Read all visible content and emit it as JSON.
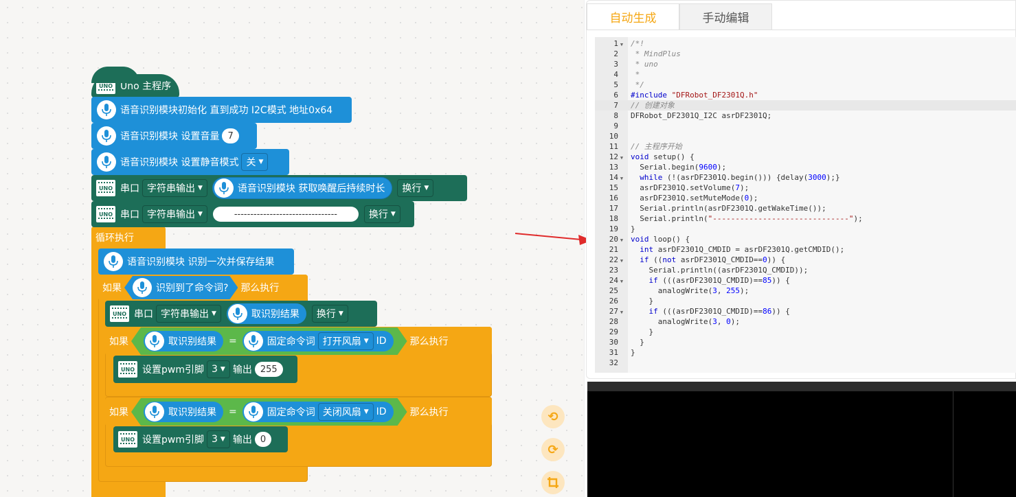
{
  "tabs": [
    {
      "label": "自动生成",
      "active": true
    },
    {
      "label": "手动编辑",
      "active": false
    }
  ],
  "blocks": {
    "hat": "Uno 主程序",
    "init": "语音识别模块初始化 直到成功 I2C模式 地址0x64",
    "volume_label": "语音识别模块 设置音量",
    "volume_value": "7",
    "mute_label": "语音识别模块 设置静音模式",
    "mute_value": "关",
    "serial1_label": "串口",
    "serial1_mode": "字符串输出",
    "serial1_reporter": "语音识别模块 获取唤醒后持续时长",
    "serial1_newline": "换行",
    "serial2_label": "串口",
    "serial2_mode": "字符串输出",
    "serial2_text": "--------------------------------",
    "serial2_newline": "换行",
    "loop": "循环执行",
    "recognize": "语音识别模块 识别一次并保存结果",
    "if1_if": "如果",
    "if1_cond": "识别到了命令词?",
    "if1_then": "那么执行",
    "serial3_label": "串口",
    "serial3_mode": "字符串输出",
    "serial3_reporter": "取识别结果",
    "serial3_newline": "换行",
    "if2_if": "如果",
    "if2_left": "取识别结果",
    "if2_eq": "=",
    "if2_fixed": "固定命令词",
    "if2_cmd": "打开风扇",
    "if2_id": "ID",
    "if2_then": "那么执行",
    "pwm1_label": "设置pwm引脚",
    "pwm1_pin": "3",
    "pwm1_out": "输出",
    "pwm1_value": "255",
    "if3_if": "如果",
    "if3_left": "取识别结果",
    "if3_eq": "=",
    "if3_fixed": "固定命令词",
    "if3_cmd": "关闭风扇",
    "if3_id": "ID",
    "if3_then": "那么执行",
    "pwm2_label": "设置pwm引脚",
    "pwm2_pin": "3",
    "pwm2_out": "输出",
    "pwm2_value": "0",
    "uno_chip": "UNO"
  },
  "controls": {
    "undo_icon": "undo-icon",
    "redo_icon": "redo-icon",
    "crop_icon": "crop-icon"
  },
  "code_lines": [
    "/*!",
    " * MindPlus",
    " * uno",
    " *",
    " */",
    "#include \"DFRobot_DF2301Q.h\"",
    "// 创建对象",
    "DFRobot_DF2301Q_I2C asrDF2301Q;",
    "",
    "",
    "// 主程序开始",
    "void setup() {",
    "  Serial.begin(9600);",
    "  while (!(asrDF2301Q.begin())) {delay(3000);}",
    "  asrDF2301Q.setVolume(7);",
    "  asrDF2301Q.setMuteMode(0);",
    "  Serial.println(asrDF2301Q.getWakeTime());",
    "  Serial.println(\"------------------------------\");",
    "}",
    "void loop() {",
    "  int asrDF2301Q_CMDID = asrDF2301Q.getCMDID();",
    "  if ((not asrDF2301Q_CMDID==0)) {",
    "    Serial.println((asrDF2301Q_CMDID));",
    "    if (((asrDF2301Q_CMDID)==85)) {",
    "      analogWrite(3, 255);",
    "    }",
    "    if (((asrDF2301Q_CMDID)==86)) {",
    "      analogWrite(3, 0);",
    "    }",
    "  }",
    "}",
    ""
  ],
  "fold_lines": [
    1,
    12,
    14,
    20,
    22,
    24,
    27
  ],
  "highlight_line": 7,
  "colors": {
    "accent": "#f5a714",
    "block_blue": "#1e90d8",
    "block_teal": "#1d6e58",
    "arrow": "#e02b2b"
  }
}
